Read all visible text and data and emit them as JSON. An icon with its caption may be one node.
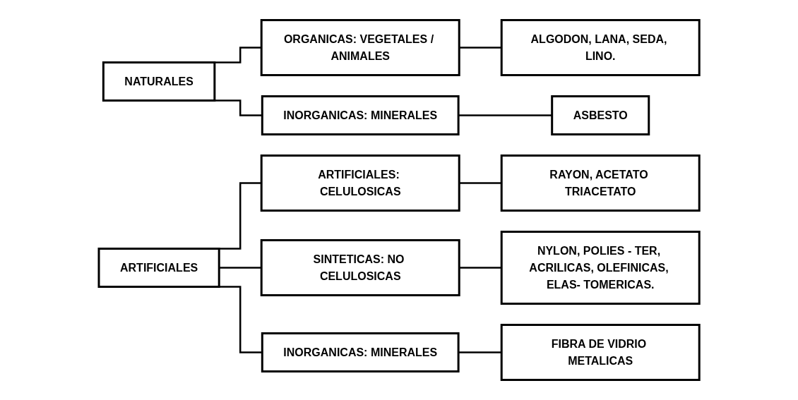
{
  "diagram": {
    "nodes": [
      {
        "text": [
          "NATURALES"
        ]
      },
      {
        "text": [
          "ORGANICAS: VEGETALES / ANIMALES"
        ]
      },
      {
        "text": [
          "INORGANICAS: MINERALES"
        ]
      },
      {
        "text": [
          "ALGODON, LANA, SEDA, LINO."
        ]
      },
      {
        "text": [
          "ASBESTO"
        ]
      },
      {
        "text": [
          "ARTIFICIALES"
        ]
      },
      {
        "text": [
          "ARTIFICIALES: CELULOSICAS"
        ]
      },
      {
        "text": [
          "SINTETICAS: NO CELULOSICAS"
        ]
      },
      {
        "text": [
          "INORGANICAS: MINERALES"
        ]
      },
      {
        "text": [
          "RAYON, ACETATO TRIACETATO"
        ]
      },
      {
        "text": [
          "NYLON, POLIES - TER, ACRILICAS, OLEFINICAS, ELAS- TOMERICAS."
        ]
      },
      {
        "text": [
          "FIBRA DE VIDRIO METALICAS"
        ]
      }
    ],
    "edges": [
      {
        "from": 0,
        "to": 1,
        "arrow": "none"
      },
      {
        "from": 0,
        "to": 2,
        "arrow": "none"
      },
      {
        "from": 1,
        "to": 3,
        "arrow": "none"
      },
      {
        "from": 2,
        "to": 4,
        "arrow": "none"
      },
      {
        "from": 5,
        "to": 6,
        "arrow": "none"
      },
      {
        "from": 5,
        "to": 7,
        "arrow": "none"
      },
      {
        "from": 5,
        "to": 8,
        "arrow": "none"
      },
      {
        "from": 6,
        "to": 9,
        "arrow": "none"
      },
      {
        "from": 7,
        "to": 10,
        "arrow": "none"
      },
      {
        "from": 8,
        "to": 11,
        "arrow": "none"
      }
    ]
  }
}
